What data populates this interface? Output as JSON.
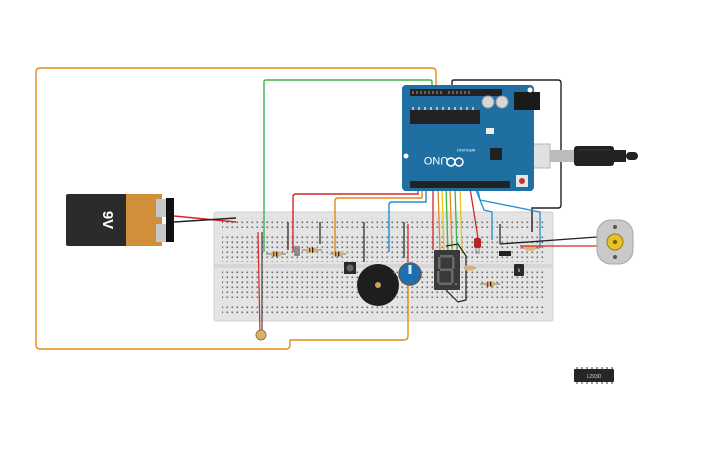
{
  "battery": {
    "label": "9V"
  },
  "arduino": {
    "model": "UNO",
    "brand": "ARDUINO"
  },
  "chip": {
    "label": "L293D"
  },
  "seven_segment": {
    "digit": "8"
  },
  "colors": {
    "wire_orange": "#e58a1a",
    "wire_green": "#3cb44b",
    "wire_red": "#d62728",
    "wire_black": "#222222",
    "wire_blue": "#1f8fd6",
    "wire_yellow": "#e5c61a",
    "arduino_board": "#1f6fa3",
    "breadboard": "#e4e4e4",
    "battery_body": "#2b2b2b",
    "battery_cap": "#d18f3c",
    "potentiometer": "#1f6fb0"
  },
  "icons": {
    "battery": "9v-battery-icon",
    "arduino": "arduino-uno-board",
    "motor": "dc-motor-icon",
    "buzzer": "piezo-buzzer-icon",
    "usb": "usb-cable-icon"
  }
}
